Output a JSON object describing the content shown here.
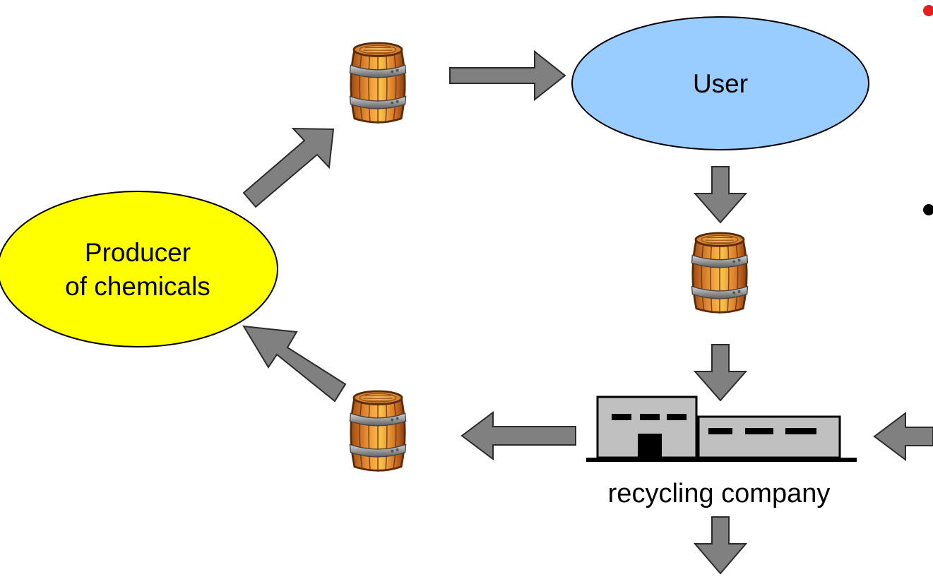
{
  "nodes": {
    "user": {
      "label": "User",
      "fill": "#99ccff"
    },
    "producer": {
      "line1": "Producer",
      "line2": "of chemicals",
      "fill": "#ffff00"
    },
    "recycler": {
      "label": "recycling company",
      "fill": "#c0c0c0"
    }
  },
  "colors": {
    "arrow_fill": "#808080",
    "arrow_stroke": "#2b2b2b",
    "bullet_red": "#e02020",
    "bullet_black": "#000000",
    "barrel_wood": "#d9782a",
    "barrel_band": "#8c8c8c"
  },
  "icons": {
    "barrel": "barrel-icon",
    "factory": "factory-icon"
  }
}
